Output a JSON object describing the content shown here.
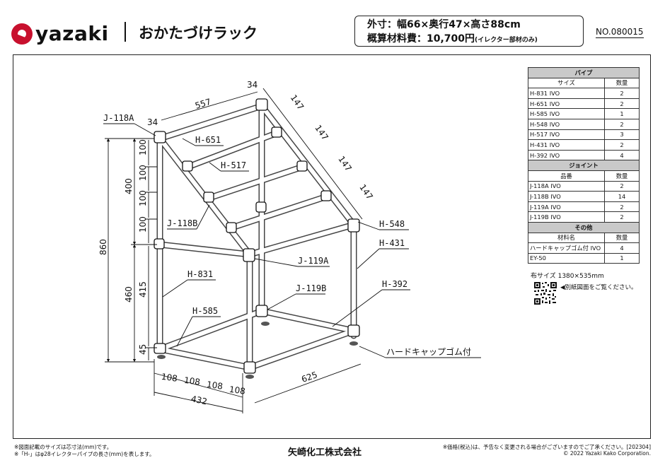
{
  "header": {
    "logo_text": "yazaki",
    "title": "おかたづけラック",
    "spec_size": "外寸：幅66×奥行47×高さ88cm",
    "spec_cost": "概算材料費：10,700円",
    "spec_cost_note": "(イレクター部材のみ)",
    "doc_no": "NO.080015"
  },
  "parts_table": {
    "pipe_section": "パイプ",
    "pipe_headers": [
      "サイズ",
      "数量"
    ],
    "pipes": [
      {
        "name": "H-831 IVO",
        "qty": "2"
      },
      {
        "name": "H-651 IVO",
        "qty": "2"
      },
      {
        "name": "H-585 IVO",
        "qty": "1"
      },
      {
        "name": "H-548 IVO",
        "qty": "2"
      },
      {
        "name": "H-517 IVO",
        "qty": "3"
      },
      {
        "name": "H-431 IVO",
        "qty": "2"
      },
      {
        "name": "H-392 IVO",
        "qty": "4"
      }
    ],
    "joint_section": "ジョイント",
    "joint_headers": [
      "品番",
      "数量"
    ],
    "joints": [
      {
        "name": "J-118A IVO",
        "qty": "2"
      },
      {
        "name": "J-118B IVO",
        "qty": "14"
      },
      {
        "name": "J-119A IVO",
        "qty": "2"
      },
      {
        "name": "J-119B IVO",
        "qty": "2"
      }
    ],
    "other_section": "その他",
    "other_headers": [
      "材料名",
      "数量"
    ],
    "others": [
      {
        "name": "ハードキャップゴム付 IVO",
        "qty": "4"
      },
      {
        "name": "EY-50",
        "qty": "1"
      }
    ]
  },
  "cloth_size": "布サイズ 1380×535mm",
  "qr_note": "◀別紙図面をご覧ください。",
  "diagram": {
    "part_labels": {
      "j118a": "J-118A",
      "h651": "H-651",
      "h517": "H-517",
      "j118b": "J-118B",
      "h548": "H-548",
      "h431": "H-431",
      "j119a": "J-119A",
      "h831": "H-831",
      "j119b": "J-119B",
      "h392": "H-392",
      "h585": "H-585",
      "cap": "ハードキャップゴム付"
    },
    "dims": {
      "d557": "557",
      "d34a": "34",
      "d34b": "34",
      "d147a": "147",
      "d147b": "147",
      "d147c": "147",
      "d147d": "147",
      "d100a": "100",
      "d100b": "100",
      "d100c": "100",
      "d100d": "100",
      "d400": "400",
      "d860": "860",
      "d415": "415",
      "d460": "460",
      "d45": "45",
      "d108a": "108",
      "d108b": "108",
      "d108c": "108",
      "d108d": "108",
      "d432": "432",
      "d625": "625"
    }
  },
  "footer": {
    "note1": "※図面記載のサイズは芯寸法(mm)です。",
    "note2": "※「H-」はφ28イレクターパイプの長さ(mm)を表します。",
    "company": "矢崎化工株式会社",
    "price_note": "※価格(税込)は、予告なく変更される場合がございますのでご了承ください。[202304]",
    "copyright": "© 2022 Yazaki Kako Corporation."
  }
}
